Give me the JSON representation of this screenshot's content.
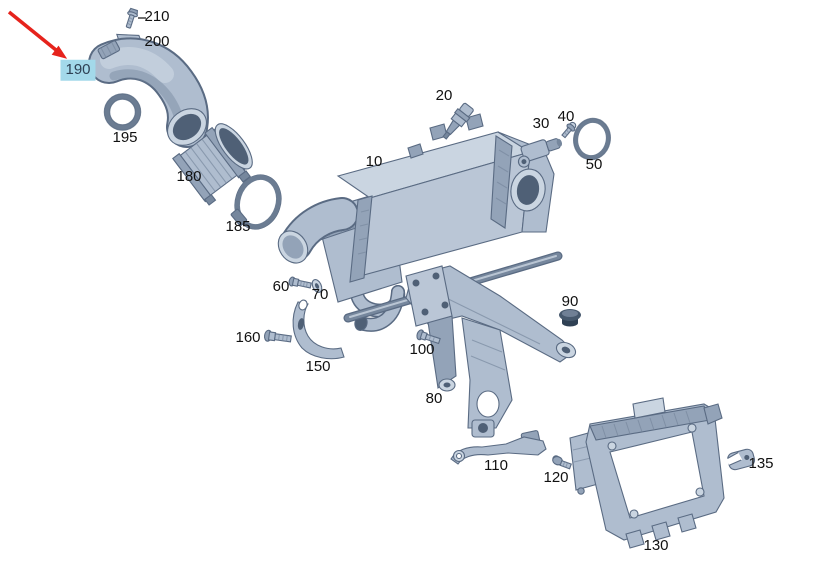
{
  "diagram": {
    "type": "exploded-parts-diagram",
    "subject": "charge-air-cooler-intercooler-assembly"
  },
  "callouts": {
    "10": "10",
    "20": "20",
    "30": "30",
    "40": "40",
    "50": "50",
    "60": "60",
    "70": "70",
    "80": "80",
    "90": "90",
    "100": "100",
    "110": "110",
    "120": "120",
    "130": "130",
    "135": "135",
    "150": "150",
    "160": "160",
    "180": "180",
    "185": "185",
    "190": "190",
    "195": "195",
    "200": "200",
    "210": "210"
  },
  "selection": {
    "selected": "190"
  },
  "parts": [
    {
      "callout": "10",
      "name": "intercooler-body"
    },
    {
      "callout": "20",
      "name": "temperature-sensor"
    },
    {
      "callout": "30",
      "name": "pressure-sensor"
    },
    {
      "callout": "40",
      "name": "sensor-bolt"
    },
    {
      "callout": "50",
      "name": "o-ring-large"
    },
    {
      "callout": "60",
      "name": "bolt"
    },
    {
      "callout": "70",
      "name": "washer"
    },
    {
      "callout": "80",
      "name": "support-bracket"
    },
    {
      "callout": "90",
      "name": "rubber-grommet"
    },
    {
      "callout": "100",
      "name": "bolt"
    },
    {
      "callout": "110",
      "name": "bracket-arm"
    },
    {
      "callout": "120",
      "name": "bolt"
    },
    {
      "callout": "130",
      "name": "mounting-frame"
    },
    {
      "callout": "135",
      "name": "clip"
    },
    {
      "callout": "150",
      "name": "strap-bracket"
    },
    {
      "callout": "160",
      "name": "bolt"
    },
    {
      "callout": "180",
      "name": "bellows-sleeve"
    },
    {
      "callout": "185",
      "name": "hose-clamp"
    },
    {
      "callout": "190",
      "name": "charge-air-duct"
    },
    {
      "callout": "195",
      "name": "o-ring"
    },
    {
      "callout": "200",
      "name": "retaining-clip"
    },
    {
      "callout": "210",
      "name": "bolt"
    }
  ],
  "colors": {
    "background": "#ffffff",
    "part-light": "#cad5e1",
    "part-midlight": "#bac6d6",
    "part-mid": "#afbdcf",
    "part-shade": "#93a3b8",
    "part-dark": "#76879d",
    "outline": "#5a6b83",
    "interior": "#4f6076",
    "oring": "#6b7c92",
    "grommet": "#46586c",
    "grommet-dark": "#2f4154",
    "highlight-bg": "#a3d9ea",
    "highlight-text": "#2e4154",
    "label-text": "#111111",
    "leader-line": "#222222",
    "arrow-red": "#e6231c"
  }
}
